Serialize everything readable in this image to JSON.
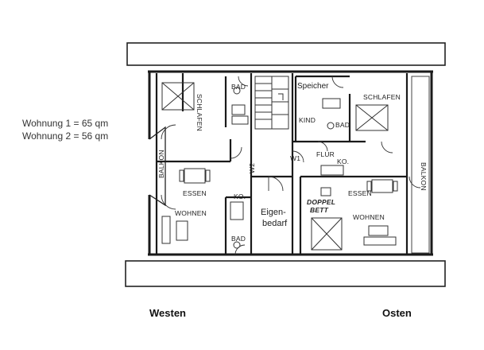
{
  "info": {
    "line1": "Wohnung 1 = 65 qm",
    "line2": "Wohnung 2 = 56 qm"
  },
  "rooms": {
    "schlafen_west": "SCHLAFEN",
    "bad_west_top": "BAD",
    "balkon_west": "BALKON",
    "essen_west": "ESSEN",
    "ko_west": "KO.",
    "wohnen_west": "WOHNEN",
    "bad_west_bottom": "BAD",
    "w2": "W2",
    "eigen1": "Eigen-",
    "eigen2": "bedarf",
    "speicher": "Speicher",
    "schlafen_ost": "SCHLAFEN",
    "kind": "KIND",
    "bad_ost": "BAD",
    "w1": "W1",
    "flur": "FLUR",
    "ko_ost": "KO.",
    "doppel1": "DOPPEL",
    "doppel2": "BETT",
    "essen_ost": "ESSEN",
    "wohnen_ost": "WOHNEN",
    "balkon_ost": "BALKON"
  },
  "compass": {
    "west": "Westen",
    "east": "Osten"
  }
}
